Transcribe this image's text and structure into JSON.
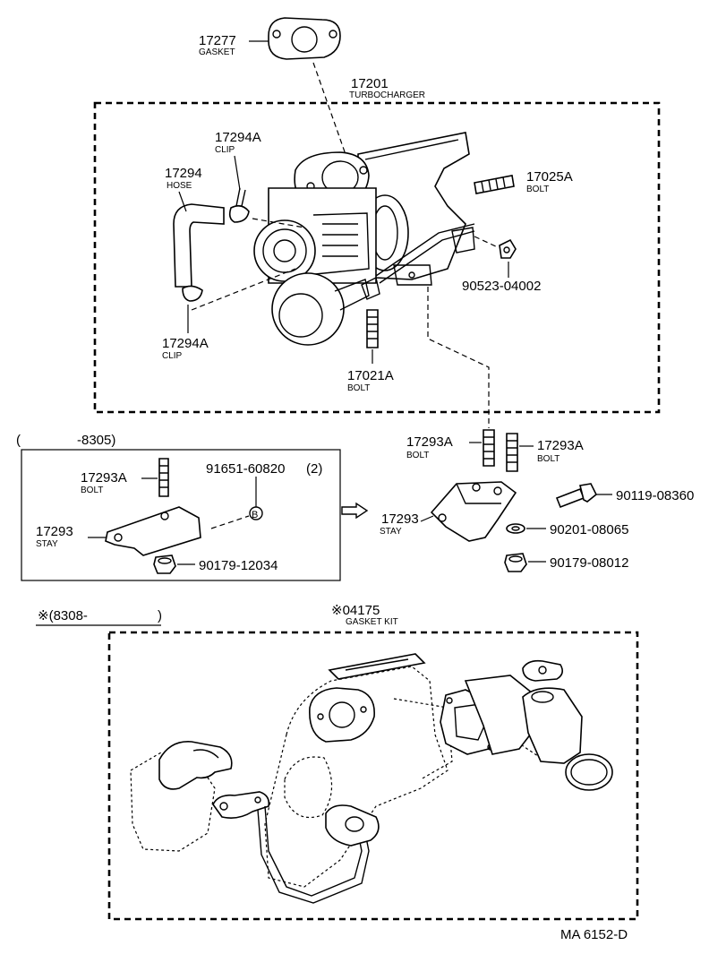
{
  "parts": {
    "gasket_17277": {
      "number": "17277",
      "name": "GASKET"
    },
    "turbocharger_17201": {
      "number": "17201",
      "name": "TURBOCHARGER"
    },
    "clip_17294A_top": {
      "number": "17294A",
      "name": "CLIP"
    },
    "hose_17294": {
      "number": "17294",
      "name": "HOSE"
    },
    "clip_17294A_bottom": {
      "number": "17294A",
      "name": "CLIP"
    },
    "bolt_17025A": {
      "number": "17025A",
      "name": "BOLT"
    },
    "nut_90523": {
      "number": "90523-04002"
    },
    "bolt_17021A": {
      "number": "17021A",
      "name": "BOLT"
    },
    "bolt_17293A_left": {
      "number": "17293A",
      "name": "BOLT"
    },
    "bolt_17293A_right": {
      "number": "17293A",
      "name": "BOLT"
    },
    "bolt_17293A_inset": {
      "number": "17293A",
      "name": "BOLT"
    },
    "stay_17293_inset": {
      "number": "17293",
      "name": "STAY"
    },
    "stay_17293": {
      "number": "17293",
      "name": "STAY"
    },
    "part_91651": {
      "number": "91651-60820",
      "qty": "(2)"
    },
    "marker_b": "B",
    "nut_90179_12034": {
      "number": "90179-12034"
    },
    "bolt_90119": {
      "number": "90119-08360"
    },
    "washer_90201": {
      "number": "90201-08065"
    },
    "nut_90179_08012": {
      "number": "90179-08012"
    },
    "gasket_kit_04175": {
      "number": "※04175",
      "name": "GASKET KIT"
    }
  },
  "inset_range": {
    "open": "(",
    "end": "-8305)"
  },
  "kit_range": "※(8308-",
  "kit_range_close": ")",
  "drawing_id": "MA 6152-D"
}
